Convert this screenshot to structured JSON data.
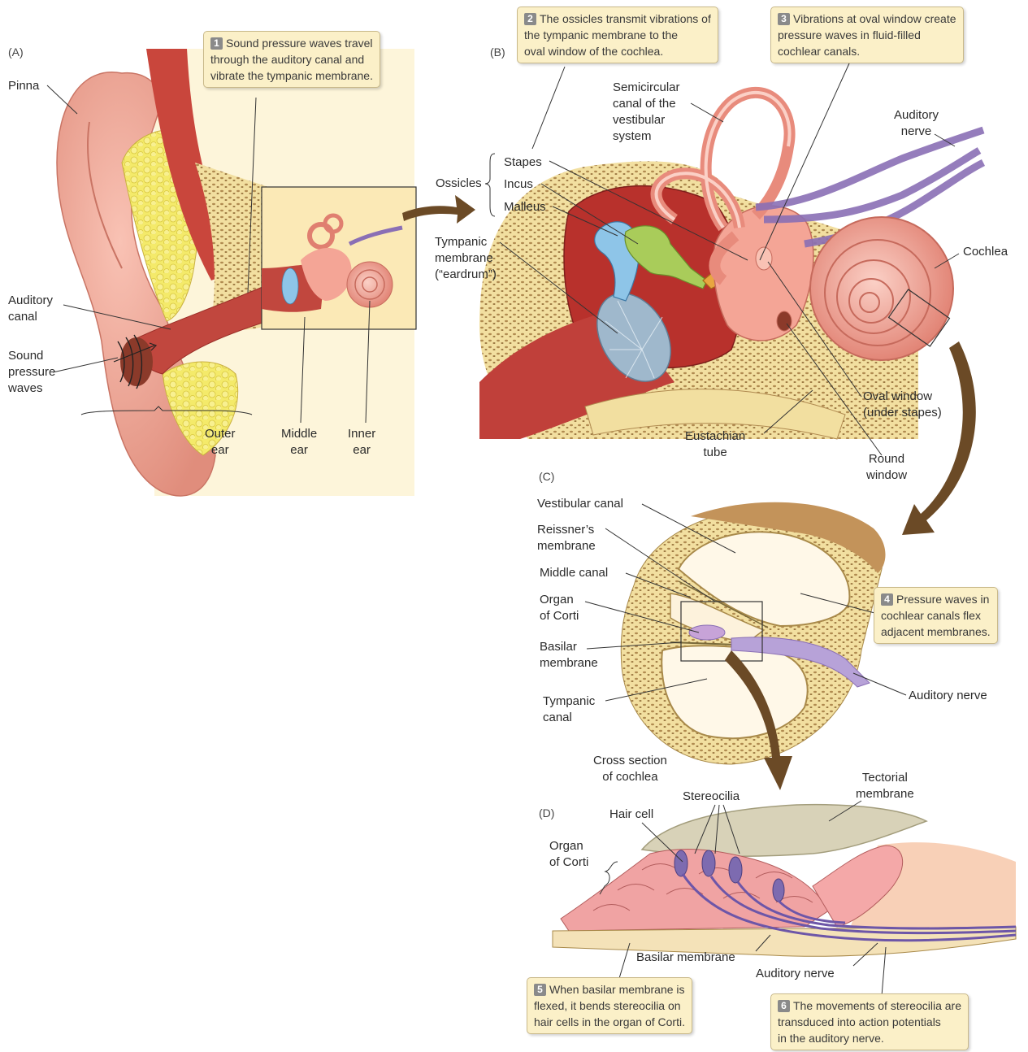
{
  "panels": {
    "a": "(A)",
    "b": "(B)",
    "c": "(C)",
    "d": "(D)"
  },
  "callouts": {
    "c1": {
      "num": "1",
      "lines": [
        "Sound pressure waves travel",
        "through the auditory canal and",
        "vibrate the tympanic membrane."
      ]
    },
    "c2": {
      "num": "2",
      "lines": [
        "The ossicles transmit vibrations of",
        "the tympanic membrane to the",
        "oval window of the cochlea."
      ]
    },
    "c3": {
      "num": "3",
      "lines": [
        "Vibrations at oval window create",
        "pressure waves in fluid-filled",
        "cochlear canals."
      ]
    },
    "c4": {
      "num": "4",
      "lines": [
        "Pressure waves in",
        "cochlear canals flex",
        "adjacent membranes."
      ]
    },
    "c5": {
      "num": "5",
      "lines": [
        "When basilar membrane is",
        "flexed, it bends stereocilia on",
        "hair cells in the organ of Corti."
      ]
    },
    "c6": {
      "num": "6",
      "lines": [
        "The movements of stereocilia are",
        "transduced into action potentials",
        "in the auditory nerve."
      ]
    }
  },
  "labels_a": {
    "pinna": "Pinna",
    "auditory_canal": [
      "Auditory",
      "canal"
    ],
    "sound_waves": [
      "Sound",
      "pressure",
      "waves"
    ],
    "outer_ear": [
      "Outer",
      "ear"
    ],
    "middle_ear": [
      "Middle",
      "ear"
    ],
    "inner_ear": [
      "Inner",
      "ear"
    ]
  },
  "labels_b": {
    "semicircular": [
      "Semicircular",
      "canal of the",
      "vestibular",
      "system"
    ],
    "auditory_nerve": [
      "Auditory",
      "nerve"
    ],
    "ossicles": "Ossicles",
    "stapes": "Stapes",
    "incus": "Incus",
    "malleus": "Malleus",
    "tympanic": [
      "Tympanic",
      "membrane",
      "(“eardrum”)"
    ],
    "cochlea": "Cochlea",
    "oval_window": [
      "Oval window",
      "(under stapes)"
    ],
    "eustachian": [
      "Eustachian",
      "tube"
    ],
    "round_window": [
      "Round",
      "window"
    ]
  },
  "labels_c": {
    "vestibular_canal": "Vestibular canal",
    "reissner": [
      "Reissner’s",
      "membrane"
    ],
    "middle_canal": "Middle canal",
    "organ_corti": [
      "Organ",
      "of Corti"
    ],
    "basilar": [
      "Basilar",
      "membrane"
    ],
    "tympanic_canal": [
      "Tympanic",
      "canal"
    ],
    "auditory_nerve": "Auditory nerve",
    "cross_section": [
      "Cross section",
      "of cochlea"
    ]
  },
  "labels_d": {
    "tectorial": [
      "Tectorial",
      "membrane"
    ],
    "stereocilia": "Stereocilia",
    "hair_cell": "Hair cell",
    "organ_corti": [
      "Organ",
      "of Corti"
    ],
    "basilar": "Basilar membrane",
    "auditory_nerve": "Auditory nerve"
  },
  "colors": {
    "skin": "#f0a898",
    "skin_dark": "#d9786a",
    "bone": "#f2dfa0",
    "bone_dots": "#b08a50",
    "canal_red": "#b8312c",
    "fat_yellow": "#f4ea6a",
    "callout_bg": "#fbf0c8",
    "arrow_brown": "#6b4a26",
    "nerve_purple": "#8a6fb5",
    "malleus_blue": "#8ec5e8",
    "incus_green": "#a9cc5a",
    "stapes_orange": "#e9a640",
    "tectorial_gray": "#d8d2b8"
  }
}
